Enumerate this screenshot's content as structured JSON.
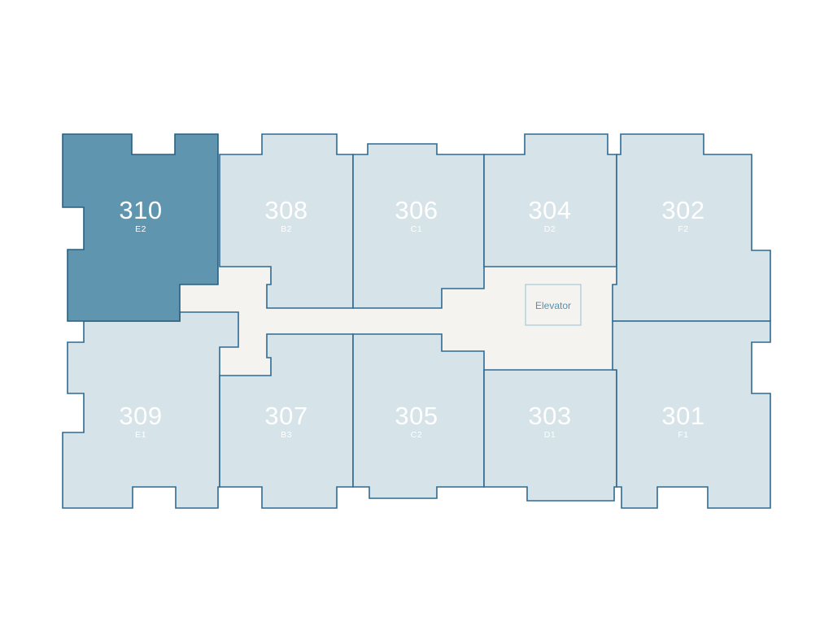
{
  "colors": {
    "unit_fill": "#d6e3e8",
    "unit_stroke": "#2f6a92",
    "selected_fill": "#5f95ae",
    "selected_stroke": "#2a5f80",
    "corridor_fill": "#f4f3f0",
    "elevator_stroke": "#b7d0db",
    "elevator_text": "#5b8fa8"
  },
  "selected_unit": "310",
  "elevator": {
    "label": "Elevator"
  },
  "units": [
    {
      "id": "310",
      "number": "310",
      "type": "E2"
    },
    {
      "id": "308",
      "number": "308",
      "type": "B2"
    },
    {
      "id": "306",
      "number": "306",
      "type": "C1"
    },
    {
      "id": "304",
      "number": "304",
      "type": "D2"
    },
    {
      "id": "302",
      "number": "302",
      "type": "F2"
    },
    {
      "id": "309",
      "number": "309",
      "type": "E1"
    },
    {
      "id": "307",
      "number": "307",
      "type": "B3"
    },
    {
      "id": "305",
      "number": "305",
      "type": "C2"
    },
    {
      "id": "303",
      "number": "303",
      "type": "D1"
    },
    {
      "id": "301",
      "number": "301",
      "type": "F1"
    }
  ]
}
